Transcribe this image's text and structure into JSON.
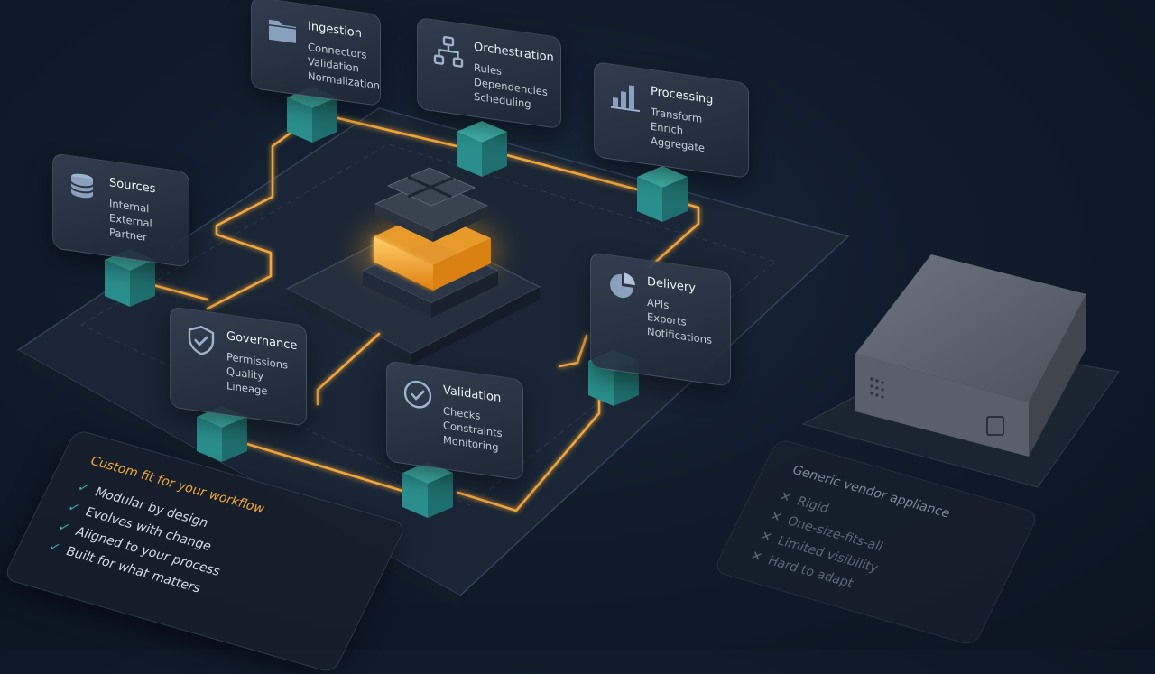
{
  "colors": {
    "accent_orange": "#f2a53a",
    "module_teal": "#2a8f8c",
    "card_bg": "#2b3646",
    "background": "#101c2c"
  },
  "modules": [
    {
      "key": "sources",
      "title": "Sources",
      "icon": "database-icon",
      "items": [
        "Internal",
        "External",
        "Partner"
      ]
    },
    {
      "key": "ingestion",
      "title": "Ingestion",
      "icon": "folder-icon",
      "items": [
        "Connectors",
        "Validation",
        "Normalization"
      ]
    },
    {
      "key": "orchestration",
      "title": "Orchestration",
      "icon": "hierarchy-icon",
      "items": [
        "Rules",
        "Dependencies",
        "Scheduling"
      ]
    },
    {
      "key": "processing",
      "title": "Processing",
      "icon": "bar-chart-icon",
      "items": [
        "Transform",
        "Enrich",
        "Aggregate"
      ]
    },
    {
      "key": "delivery",
      "title": "Delivery",
      "icon": "pie-chart-icon",
      "items": [
        "APIs",
        "Exports",
        "Notifications"
      ]
    },
    {
      "key": "governance",
      "title": "Governance",
      "icon": "shield-check-icon",
      "items": [
        "Permissions",
        "Quality",
        "Lineage"
      ]
    },
    {
      "key": "validation",
      "title": "Validation",
      "icon": "check-circle-icon",
      "items": [
        "Checks",
        "Constraints",
        "Monitoring"
      ]
    }
  ],
  "custom_panel": {
    "title": "Custom fit for your workflow",
    "items": [
      "Modular by design",
      "Evolves with change",
      "Aligned to your process",
      "Built for what matters"
    ],
    "mark": "✓"
  },
  "generic_panel": {
    "title": "Generic vendor appliance",
    "items": [
      "Rigid",
      "One-size-fits-all",
      "Limited visibility",
      "Hard to adapt"
    ],
    "mark": "✕"
  }
}
